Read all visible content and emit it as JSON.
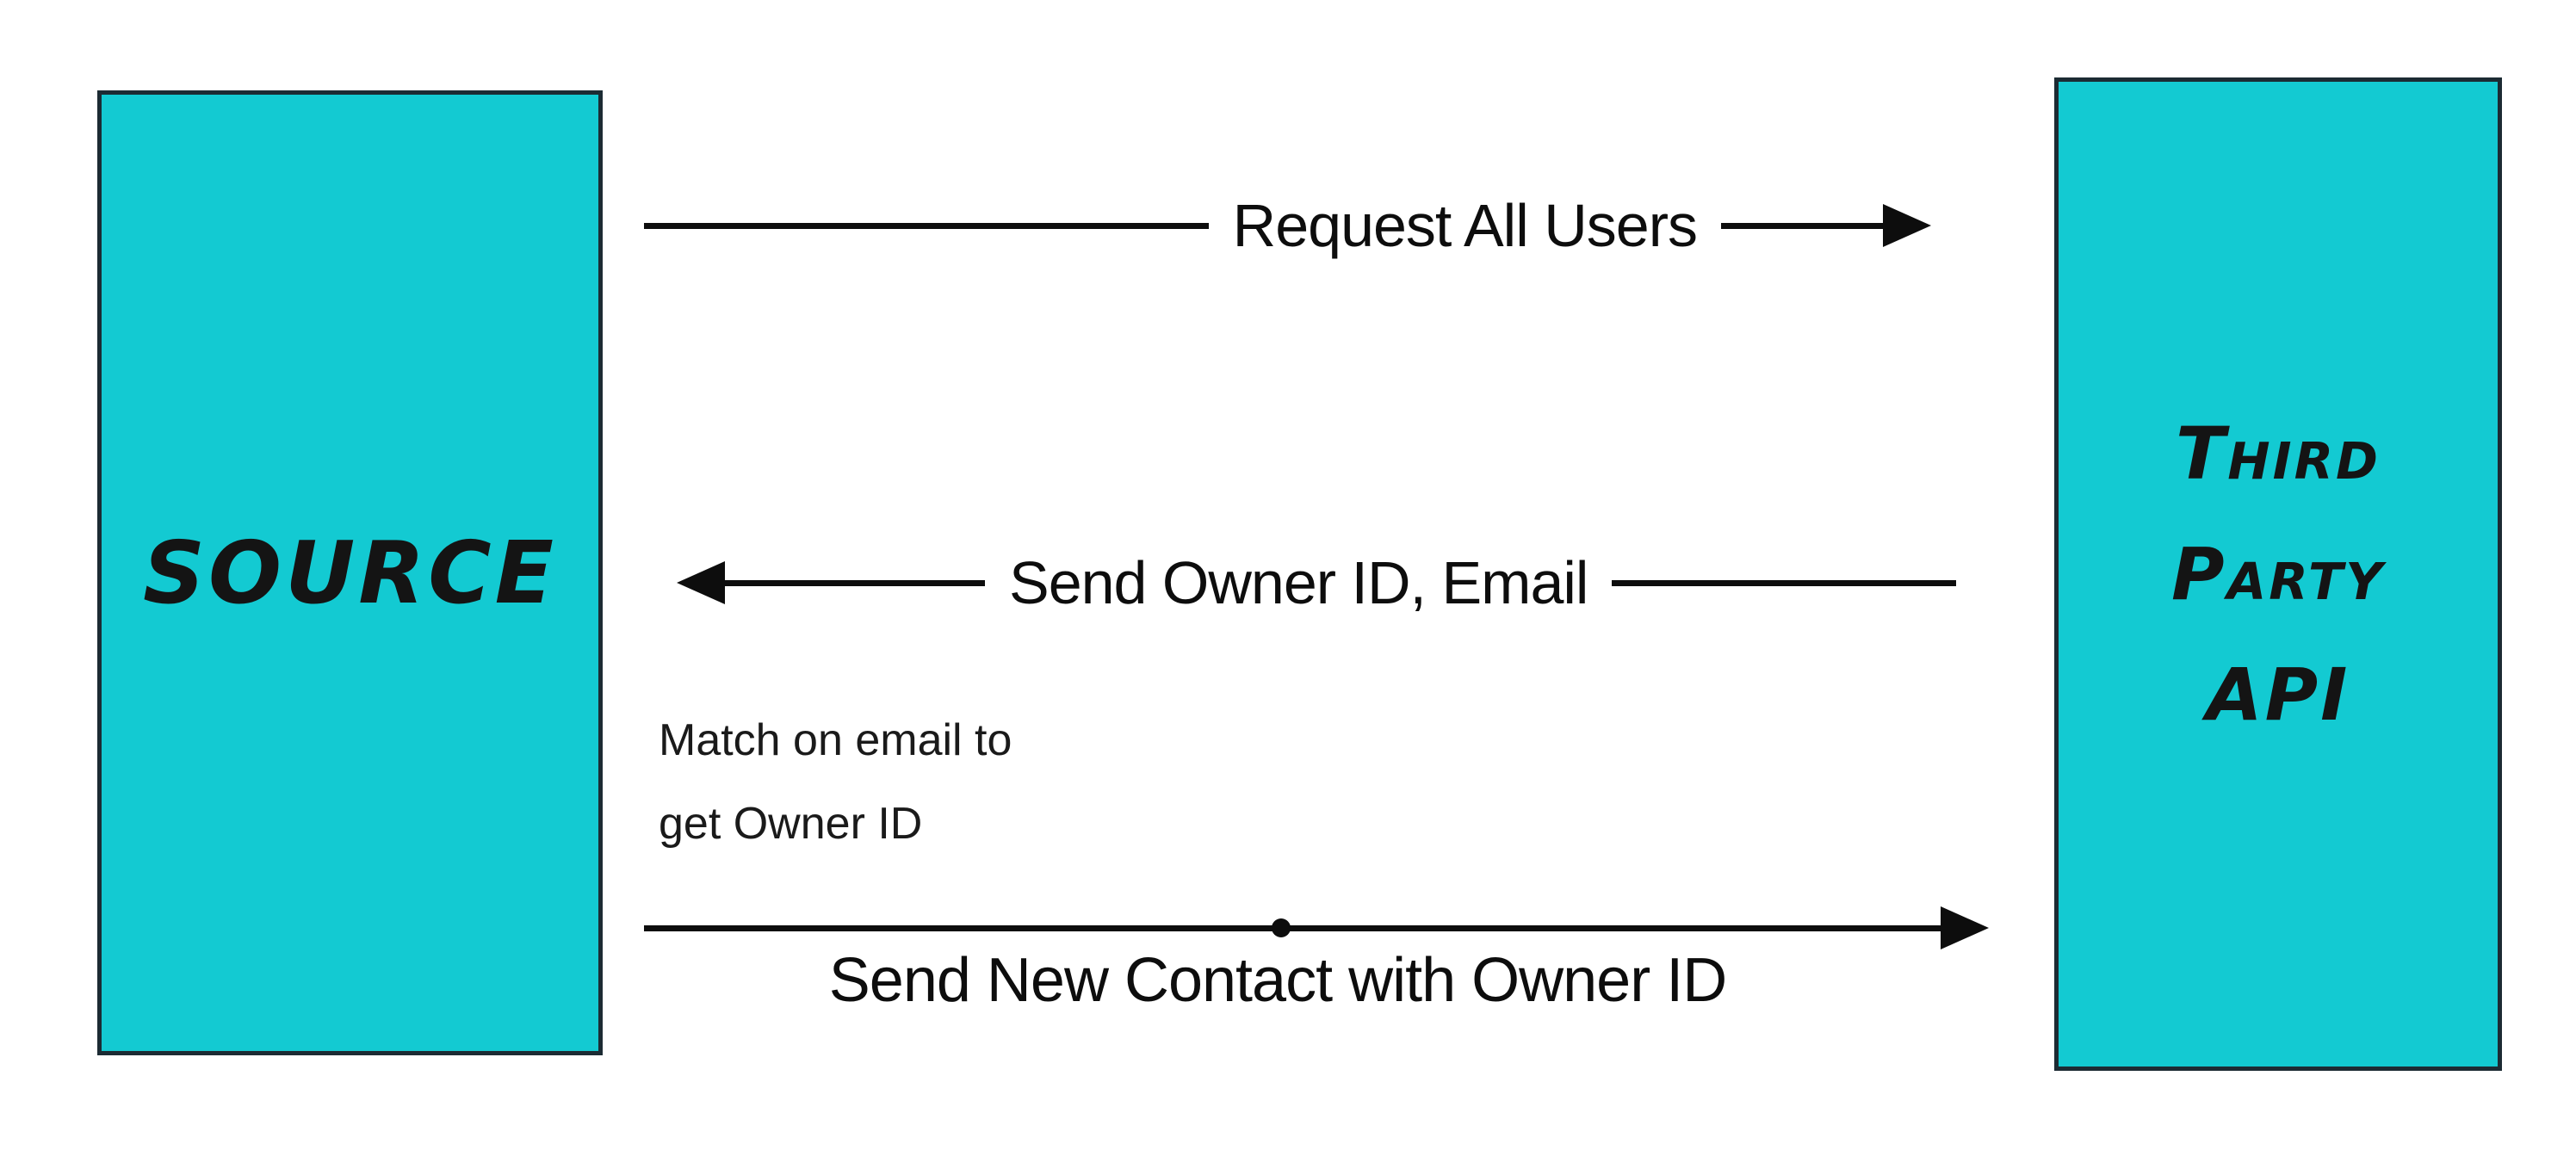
{
  "colors": {
    "teal": "#13cad2",
    "border": "#1c2b33",
    "ink": "#0d0d0d",
    "background": "#ffffff"
  },
  "actors": {
    "source": {
      "label": "SOURCE"
    },
    "third_party": {
      "lines": [
        "Third",
        "Party",
        "API"
      ]
    }
  },
  "messages": {
    "request_users": {
      "label": "Request All Users",
      "direction": "right"
    },
    "send_owner": {
      "label": "Send Owner ID, Email",
      "direction": "left"
    },
    "send_contact": {
      "label": "Send New Contact with Owner ID",
      "direction": "right"
    }
  },
  "note": {
    "line1": "Match on email to",
    "line2": "get Owner ID"
  }
}
